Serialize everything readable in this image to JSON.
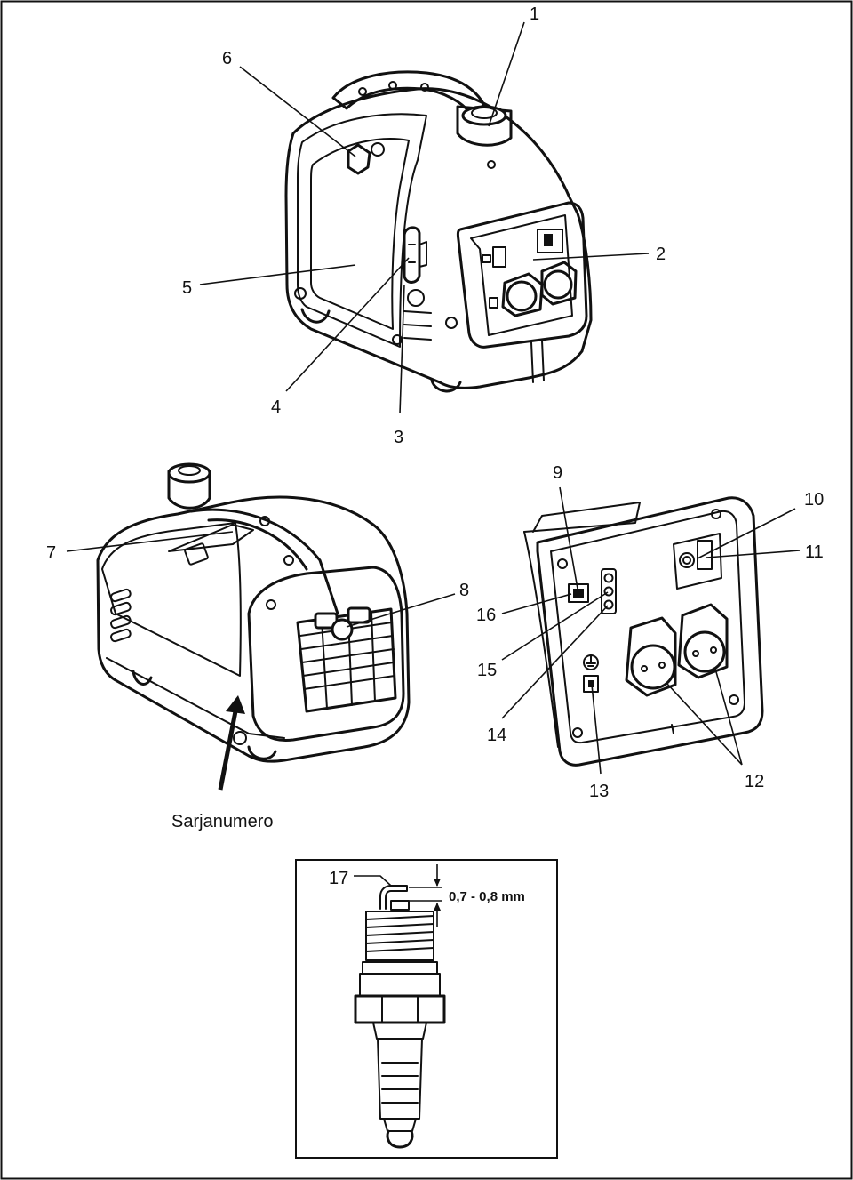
{
  "labels": {
    "l1": "1",
    "l2": "2",
    "l3": "3",
    "l4": "4",
    "l5": "5",
    "l6": "6",
    "l7": "7",
    "l8": "8",
    "l9": "9",
    "l10": "10",
    "l11": "11",
    "l12": "12",
    "l13": "13",
    "l14": "14",
    "l15": "15",
    "l16": "16",
    "l17": "17",
    "serial": "Sarjanumero"
  },
  "spark_plug": {
    "gap": "0,7 - 0,8 mm"
  }
}
